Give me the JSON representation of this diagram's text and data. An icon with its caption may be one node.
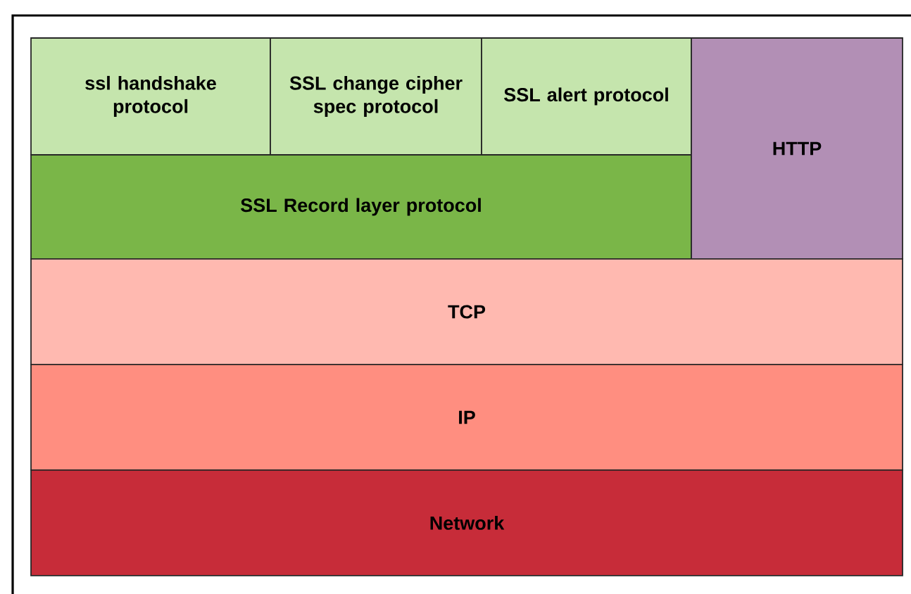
{
  "diagram": {
    "nodes": [
      {
        "text": [
          "ssl handshake protocol"
        ]
      },
      {
        "text": [
          "SSL change cipher spec protocol"
        ]
      },
      {
        "text": [
          "SSL alert protocol"
        ]
      },
      {
        "text": [
          "SSL Record layer protocol"
        ]
      },
      {
        "text": [
          "HTTP"
        ]
      },
      {
        "text": [
          "TCP"
        ]
      },
      {
        "text": [
          "IP"
        ]
      },
      {
        "text": [
          "Network"
        ]
      }
    ]
  }
}
